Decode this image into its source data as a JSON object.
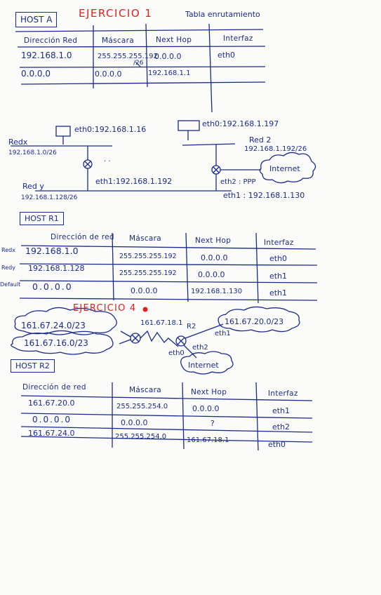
{
  "title_ex1": "EJERCICIO 1",
  "subtitle": "Tabla enrutamiento",
  "host_a": {
    "label": "HOST A",
    "headers": [
      "Dirección Red",
      "Máscara",
      "Next Hop",
      "Interfaz"
    ],
    "rows": [
      [
        "192.168.1.0",
        "255.255.255.192",
        "0.0.0.0",
        "eth0"
      ],
      [
        "0.0.0.0",
        "0.0.0.0",
        "192.168.1.1",
        ""
      ]
    ],
    "mask_note": "/26"
  },
  "net1": {
    "eth0_a": "eth0:192.168.1.16",
    "eth0_r": "eth0:192.168.1.197",
    "redx": "Redx",
    "redx_ip": "192.168.1.0/26",
    "redy": "Red y",
    "redy_ip": "192.168.1.128/26",
    "red2": "Red 2",
    "red2_ip": "192.168.1.192/26",
    "eth1_a": "eth1:192.168.1.192",
    "eth2_ppp": "eth2 : PPP",
    "eth1_r": "eth1 : 192.168.1.130",
    "internet": "Internet",
    "dots": ". ."
  },
  "host_r1": {
    "label": "HOST R1",
    "headers": [
      "Dirección de red",
      "Máscara",
      "Next Hop",
      "Interfaz"
    ],
    "row_labels": [
      "Redx",
      "Redy",
      "Default"
    ],
    "rows": [
      [
        "192.168.1.0",
        "255.255.255.192",
        "0.0.0.0",
        "eth0"
      ],
      [
        "192.168.1.128",
        "255.255.255.192",
        "0.0.0.0",
        "eth1"
      ],
      [
        "0.0.0.0",
        "0.0.0.0",
        "192.168.1.130",
        "eth1"
      ]
    ]
  },
  "title_ex4": "EJERCICIO 4",
  "net2": {
    "cloud1": "161.67.24.0/23",
    "cloud2": "161.67.16.0/23",
    "cloud3": "161.67.20.0/23",
    "router_ip": "161.67.18.1",
    "r2": "R2",
    "eth1": "eth1",
    "eth0": "eth0",
    "eth2": "eth2",
    "internet": "Internet"
  },
  "host_r2": {
    "label": "HOST R2",
    "headers": [
      "Dirección de red",
      "Máscara",
      "Next Hop",
      "Interfaz"
    ],
    "rows": [
      [
        "161.67.20.0",
        "255.255.254.0",
        "0.0.0.0",
        "eth1"
      ],
      [
        "0.0.0.0",
        "0.0.0.0",
        "?",
        "eth2"
      ],
      [
        "161.67.24.0",
        "255.255.254.0",
        "161.67.18.1",
        "eth0"
      ]
    ]
  }
}
